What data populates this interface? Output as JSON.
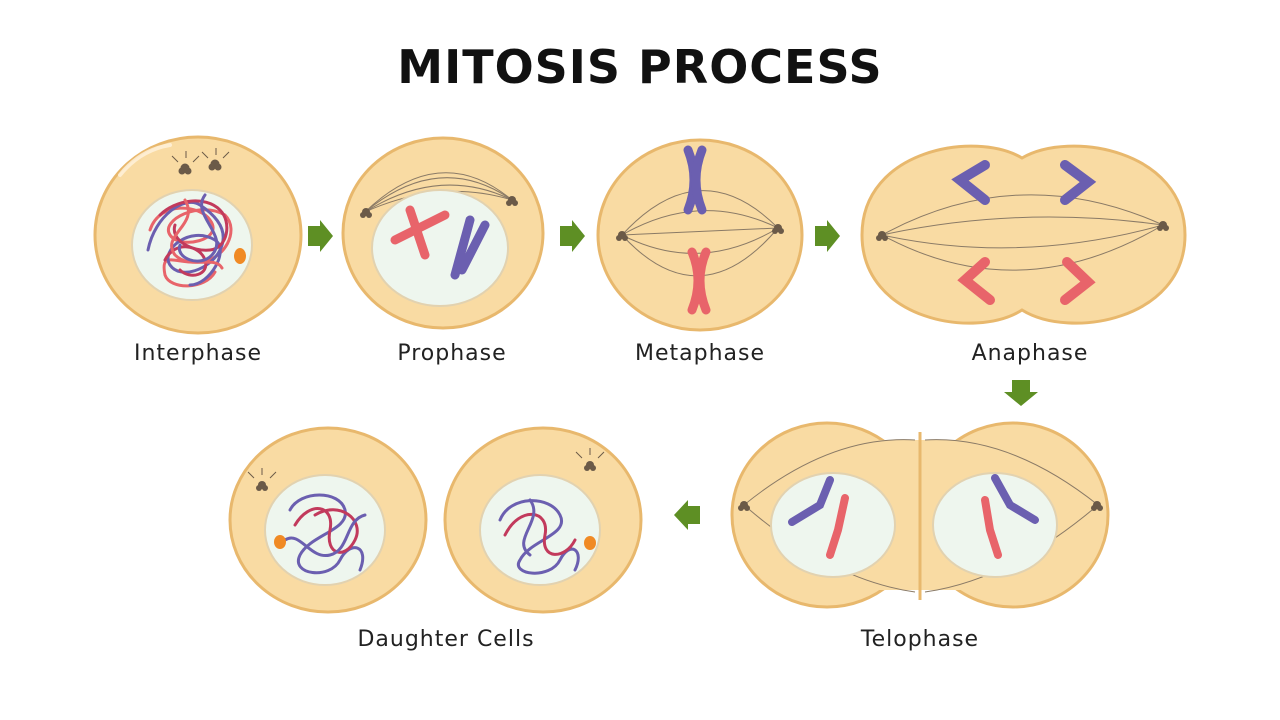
{
  "title": "MITOSIS PROCESS",
  "stages": [
    {
      "id": "interphase",
      "label": "Interphase"
    },
    {
      "id": "prophase",
      "label": "Prophase"
    },
    {
      "id": "metaphase",
      "label": "Metaphase"
    },
    {
      "id": "anaphase",
      "label": "Anaphase"
    },
    {
      "id": "telophase",
      "label": "Telophase"
    },
    {
      "id": "daughter-cells",
      "label": "Daughter Cells"
    }
  ],
  "colors": {
    "cytoplasm": "#f9dba3",
    "membrane": "#e8b86d",
    "nucleus": "#eef6ee",
    "chromosome_red": "#e8646a",
    "chromosome_blue": "#6b5fb0",
    "nucleolus": "#f08a24",
    "arrow": "#5e8f24",
    "spindle": "#8a7a66"
  }
}
